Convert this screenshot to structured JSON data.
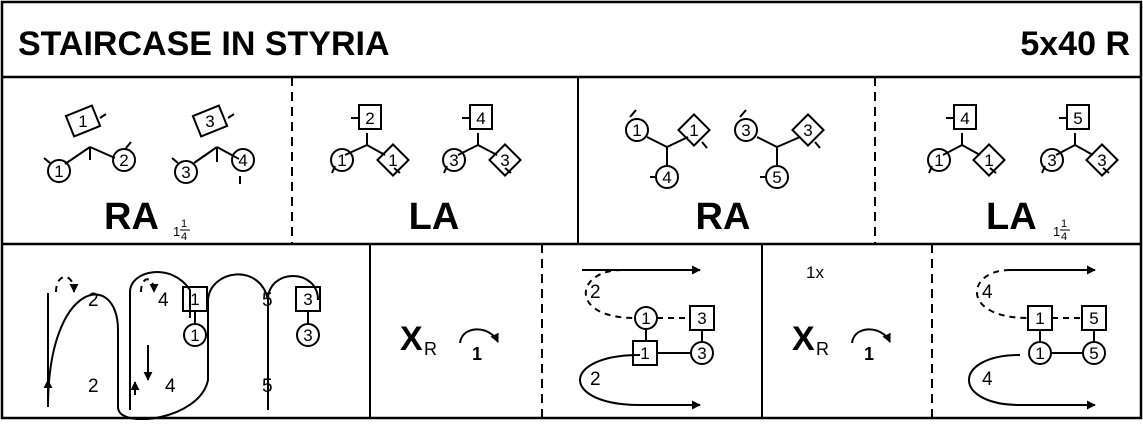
{
  "title": "STAIRCASE IN STYRIA",
  "formation": "5x40 R",
  "row2": {
    "panel1": {
      "couple_a": {
        "top": "1",
        "left": "1",
        "right": "2"
      },
      "couple_b": {
        "top": "3",
        "left": "3",
        "right": "4"
      },
      "move": "RA",
      "frac_whole": "1",
      "frac_num": "1",
      "frac_den": "4"
    },
    "panel2": {
      "couple_a": {
        "top": "2",
        "left": "1",
        "right": "1"
      },
      "couple_b": {
        "top": "4",
        "left": "3",
        "right": "3"
      },
      "move": "LA"
    },
    "panel3": {
      "couple_a": {
        "top": "1",
        "left": "1",
        "bottom": "4"
      },
      "couple_b": {
        "top": "3",
        "left": "3",
        "bottom": "5"
      },
      "move": "RA"
    },
    "panel4": {
      "couple_a": {
        "top": "4",
        "left": "1",
        "right": "1"
      },
      "couple_b": {
        "top": "5",
        "left": "3",
        "right": "3"
      },
      "move": "LA",
      "frac_whole": "1",
      "frac_num": "1",
      "frac_den": "4"
    }
  },
  "row3": {
    "path": {
      "lbl_2_top": "2",
      "lbl_2_bottom": "2",
      "lbl_4_top": "4",
      "lbl_4_bottom": "4",
      "lbl_5_top": "5",
      "lbl_5_bottom": "5",
      "sq1": "1",
      "c1": "1",
      "sq3": "3",
      "c3": "3"
    },
    "cross1": {
      "letter": "X",
      "sub": "R",
      "turn": "1"
    },
    "pos1": {
      "lbl_top": "2",
      "lbl_bottom": "2",
      "c1": "1",
      "sq3": "3",
      "sq1": "1",
      "c3": "3"
    },
    "cross2": {
      "times": "1x",
      "letter": "X",
      "sub": "R",
      "turn": "1"
    },
    "pos2": {
      "lbl_top": "4",
      "lbl_bottom": "4",
      "sq1": "1",
      "sq5": "5",
      "c1": "1",
      "c5": "5"
    }
  }
}
